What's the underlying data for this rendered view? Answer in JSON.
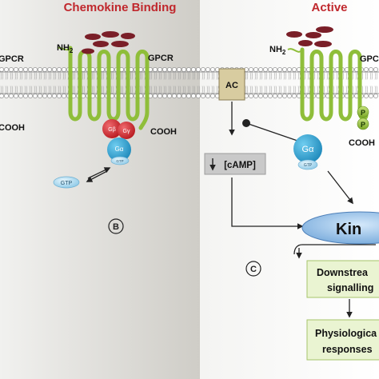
{
  "panels": {
    "left_title": "Chemokine Binding",
    "right_title": "Active",
    "left_label": "B",
    "right_label": "C"
  },
  "receptor": {
    "nh2": "NH",
    "nh2_sub": "2",
    "gpcr_left_edge": "GPCR",
    "gpcr_left": "GPCR",
    "gpcr_right_edge": "GPC",
    "cooh_left_edge": "COOH",
    "cooh_left": "COOH",
    "cooh_right_edge": "COOH"
  },
  "proteins": {
    "ac": "AC",
    "g_beta": "Gβ",
    "g_gamma": "Gγ",
    "g_alpha_left": "Gα",
    "g_alpha_right": "Gα",
    "gtp_bound_left": "GTP",
    "gtp_free": "GTP",
    "gtp_bound_right": "GTP",
    "phospho_1": "P",
    "phospho_2": "P",
    "kinase": "Kin"
  },
  "pathway": {
    "camp": "[cAMP]",
    "downstream_line1": "Downstrea",
    "downstream_line2": "signalling",
    "physio_line1": "Physiologica",
    "physio_line2": "responses"
  },
  "colors": {
    "title_red": "#c0282d",
    "receptor_green": "#8fbe3a",
    "chemokine": "#7a1f28",
    "ac_fill": "#d8cca0",
    "g_beta": "#d7252b",
    "g_alpha": "#2fa7d6",
    "kinase": "#7fb4e6",
    "box_green": "#eaf4d2"
  }
}
